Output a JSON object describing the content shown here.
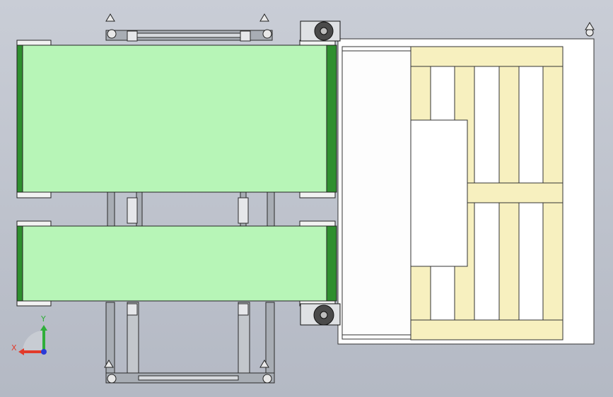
{
  "viewport": {
    "background_top": "#c9cdd6",
    "background_bottom": "#b4b9c4"
  },
  "colors": {
    "belt_fill": "#b7f5b7",
    "belt_roller": "#2f8f2f",
    "pallet_wood": "#f7f0bf",
    "frame_metal": "#9aa0a8",
    "frame_dark": "#3a3a3a",
    "white_panel": "#ffffff"
  },
  "triad": {
    "x_label": "X",
    "y_label": "Y",
    "x_color": "#e23a2a",
    "y_color": "#2fae3a",
    "z_color": "#2a3ad8"
  },
  "model": {
    "components": [
      "upper-belt-conveyor",
      "lower-belt-conveyor",
      "aluminium-profile-frame",
      "pallet-platform",
      "gear-motor-top",
      "gear-motor-bottom",
      "leveling-feet"
    ]
  }
}
